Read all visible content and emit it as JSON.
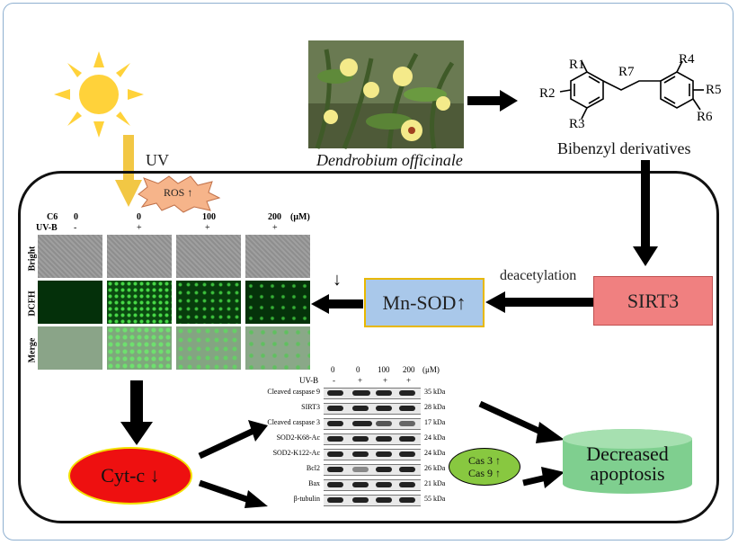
{
  "species": "Dendrobium officinale",
  "compound_class": "Bibenzyl derivatives",
  "uv_label": "UV",
  "ros_label": "ROS ↑",
  "sirt3_label": "SIRT3",
  "deacetylation_label": "deacetylation",
  "mnsod_label": "Mn-SOD↑",
  "down_arrow_label": "↓",
  "cytc_label": "Cyt-c ↓",
  "cas_label_1": "Cas 3 ↑",
  "cas_label_2": "Cas 9 ↑",
  "outcome_label": "Decreased apoptosis",
  "substituents": [
    "R1",
    "R2",
    "R3",
    "R4",
    "R5",
    "R6",
    "R7"
  ],
  "microscopy": {
    "row1_label": "C6",
    "concentrations": [
      "0",
      "0",
      "100",
      "200"
    ],
    "unit": "(μM)",
    "row2_label": "UV-B",
    "uvb": [
      "-",
      "+",
      "+",
      "+"
    ],
    "row_labels": [
      "Bright",
      "DCFH",
      "Merge"
    ]
  },
  "western": {
    "concentrations": [
      "0",
      "0",
      "100",
      "200"
    ],
    "unit": "(μM)",
    "uvb_label": "UV-B",
    "uvb": [
      "-",
      "+",
      "+",
      "+"
    ],
    "proteins": [
      {
        "name": "Cleaved caspase 9",
        "size": "35 kDa"
      },
      {
        "name": "SIRT3",
        "size": "28 kDa"
      },
      {
        "name": "Cleaved caspase 3",
        "size": "17 kDa"
      },
      {
        "name": "SOD2-K68-Ac",
        "size": "24 kDa"
      },
      {
        "name": "SOD2-K122-Ac",
        "size": "24 kDa"
      },
      {
        "name": "Bcl2",
        "size": "26 kDa"
      },
      {
        "name": "Bax",
        "size": "21 kDa"
      },
      {
        "name": "β-tubulin",
        "size": "55 kDa"
      }
    ]
  },
  "colors": {
    "sun": "#ffd23a",
    "sirt3_fill": "#f08080",
    "mnsod_fill": "#a9c8ea",
    "mnsod_border": "#e8b800",
    "cytc_fill": "#ee1010",
    "cytc_border": "#f2e000",
    "outcome_fill": "#7fcf8f",
    "cas_fill": "#88c840",
    "ros_fill": "#f6b48a",
    "uv_arrow": "#f2c744"
  }
}
